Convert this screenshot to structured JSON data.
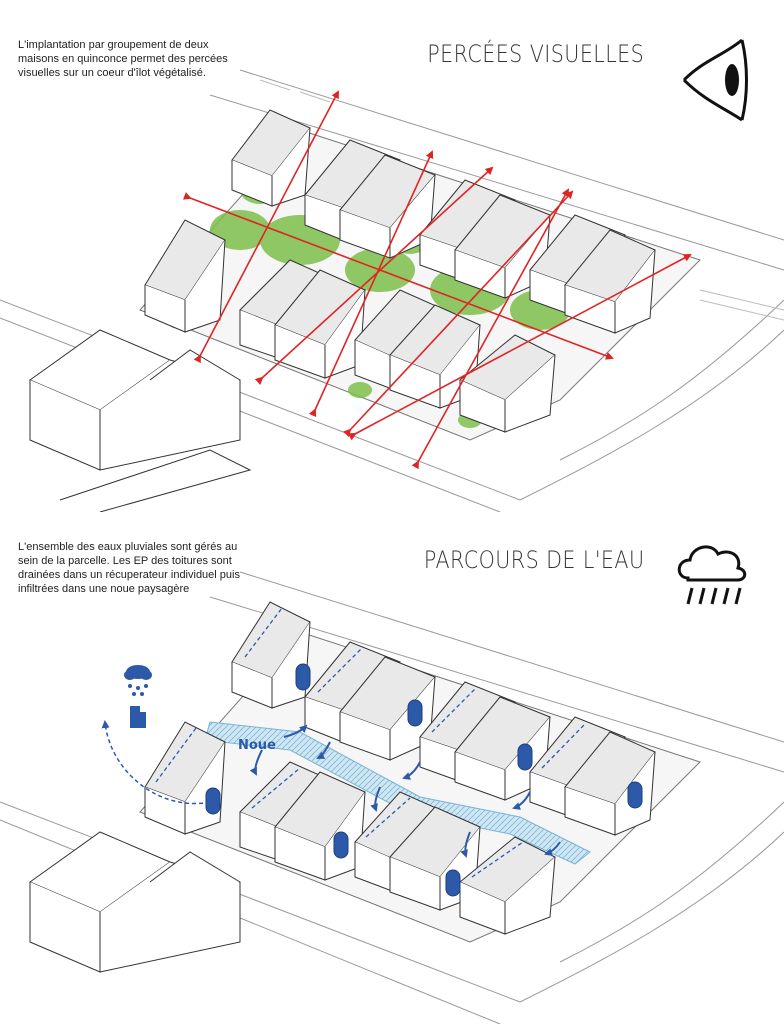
{
  "panels": [
    {
      "caption": "L'implantation par groupement de deux maisons en quinconce permet des percées visuelles sur un coeur d'îlot végétalisé.",
      "title": "PERCÉES VISUELLES",
      "icon": "eye-icon",
      "arrow_color": "#e02424"
    },
    {
      "caption": "L'ensemble des eaux pluviales sont gérés au sein de la parcelle. Les EP des toitures sont drainées dans un récuperateur individuel puis infiltrées dans une noue paysagère",
      "title": "PARCOURS DE L'EAU",
      "icon": "rain-cloud-icon",
      "label_noue": "Noue",
      "water_color": "#2d5aa8"
    }
  ]
}
